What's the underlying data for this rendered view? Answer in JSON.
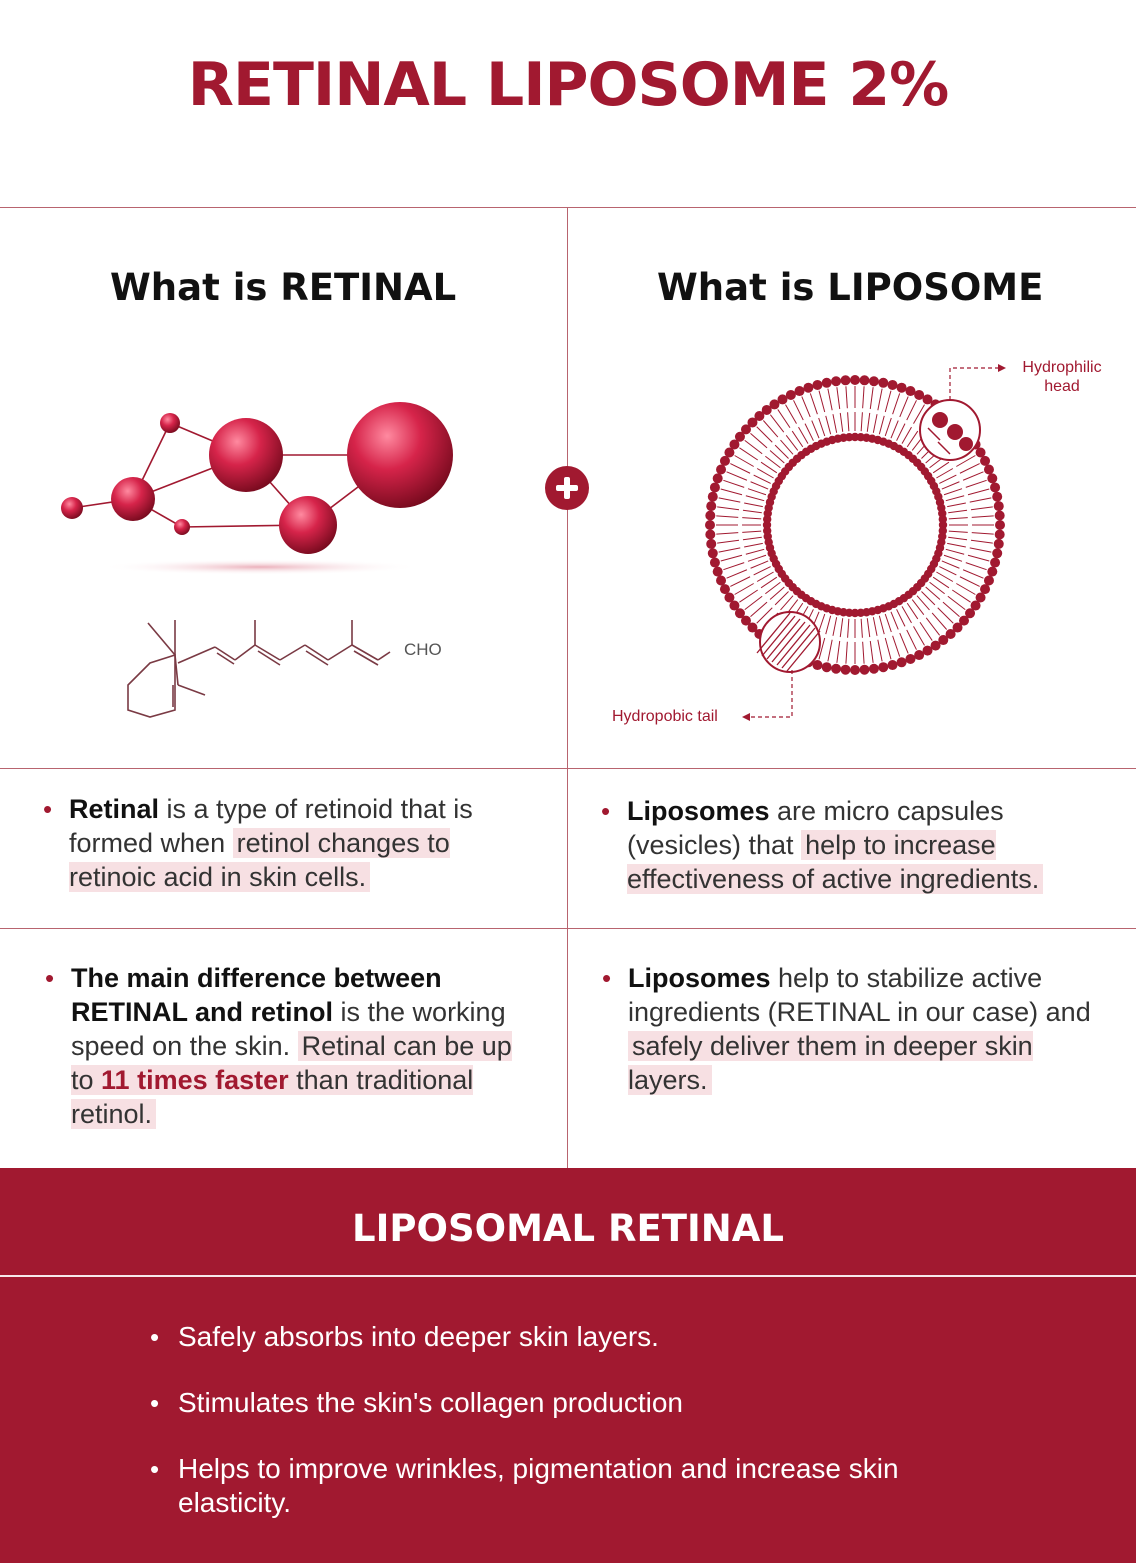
{
  "title": "RETINAL LIPOSOME 2%",
  "left": {
    "heading": "What is RETINAL",
    "formula_label": "CHO",
    "bullet1": {
      "lead": "Retinal",
      "rest": " is a type of retinoid that is formed when ",
      "highlight": "retinol changes to retinoic acid in skin cells."
    },
    "bullet2": {
      "lead": "The main difference between RETINAL and retinol",
      "rest": " is the working speed  on the skin. ",
      "highlight_a": "Retinal can be up to ",
      "emphasis": "11 times faster",
      "highlight_b": " than traditional retinol."
    }
  },
  "right": {
    "heading": "What is LIPOSOME",
    "label_head": "Hydrophilic head",
    "label_tail": "Hydropobic tail",
    "bullet1": {
      "lead": "Liposomes",
      "rest": " are micro capsules (vesicles) that ",
      "highlight": "help to increase effectiveness of active ingredients."
    },
    "bullet2": {
      "lead": "Liposomes",
      "rest": " help to stabilize active ingredients (RETINAL in our case) and ",
      "highlight": "safely deliver them in deeper skin layers."
    }
  },
  "summary": {
    "title": "LIPOSOMAL RETINAL",
    "items": [
      "Safely absorbs into deeper skin layers.",
      "Stimulates the skin's collagen production",
      "Helps to improve wrinkles, pigmentation and increase skin elasticity."
    ]
  },
  "colors": {
    "brand": "#a11930",
    "highlight": "#f7e0e3"
  },
  "icons": [
    "plus-icon",
    "molecule-icon",
    "chemical-structure-icon",
    "liposome-icon"
  ]
}
